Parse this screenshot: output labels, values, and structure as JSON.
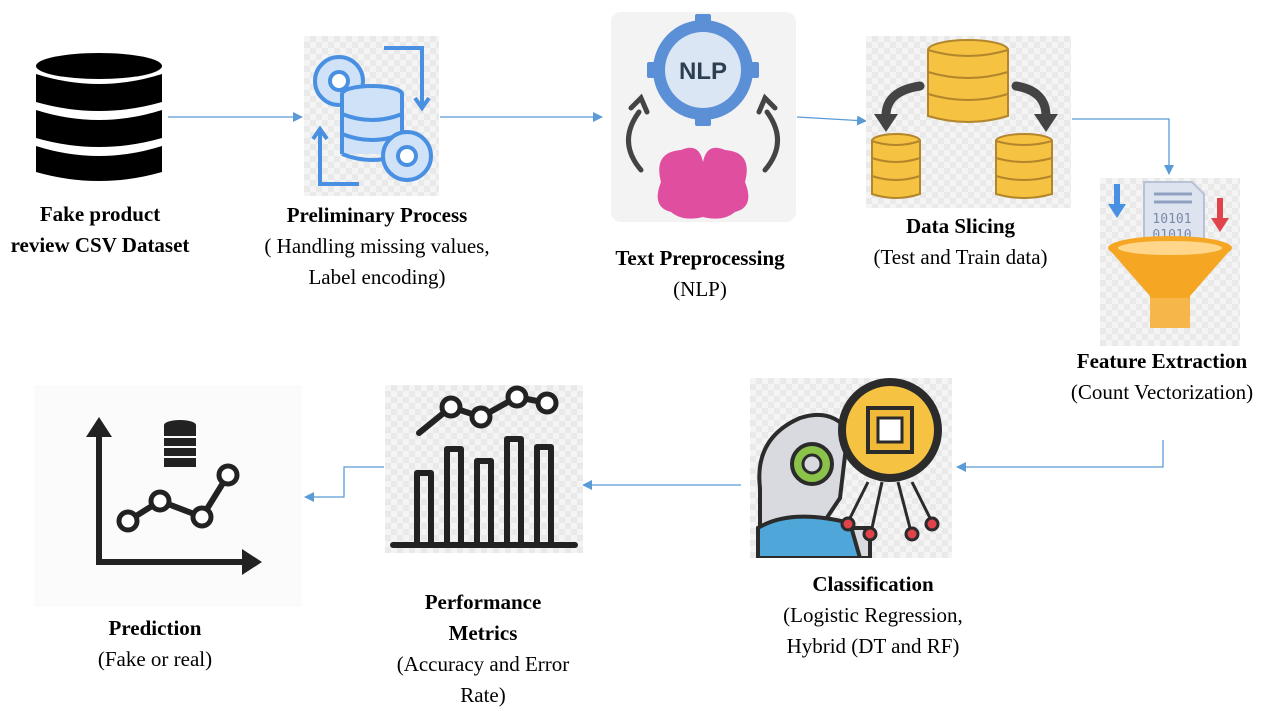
{
  "nodes": {
    "dataset": {
      "title_line1": "Fake product",
      "title_line2": "review  CSV Dataset"
    },
    "preliminary": {
      "title": "Preliminary Process",
      "sub_line1": "( Handling missing values,",
      "sub_line2": "Label encoding)"
    },
    "text_prep": {
      "title": "Text Preprocessing",
      "sub": "(NLP)",
      "icon_text": "NLP"
    },
    "slicing": {
      "title": "Data Slicing",
      "sub": "(Test and Train data)"
    },
    "feature": {
      "title": "Feature Extraction",
      "sub": "(Count Vectorization)",
      "icon_text1": "10101",
      "icon_text2": "01010"
    },
    "classify": {
      "title": "Classification",
      "sub_line1": "(Logistic Regression,",
      "sub_line2": "Hybrid (DT and RF)"
    },
    "metrics": {
      "title_line1": "Performance",
      "title_line2": "Metrics",
      "sub_line1": "(Accuracy  and Error",
      "sub_line2": "Rate)"
    },
    "prediction": {
      "title": "Prediction",
      "sub": "(Fake or real)"
    }
  },
  "colors": {
    "arrow": "#5b9bd5",
    "gear_blue": "#4a90e2",
    "gold": "#f5c242",
    "brain_pink": "#e04ea0",
    "funnel_orange": "#f5a623",
    "dark": "#222222"
  }
}
